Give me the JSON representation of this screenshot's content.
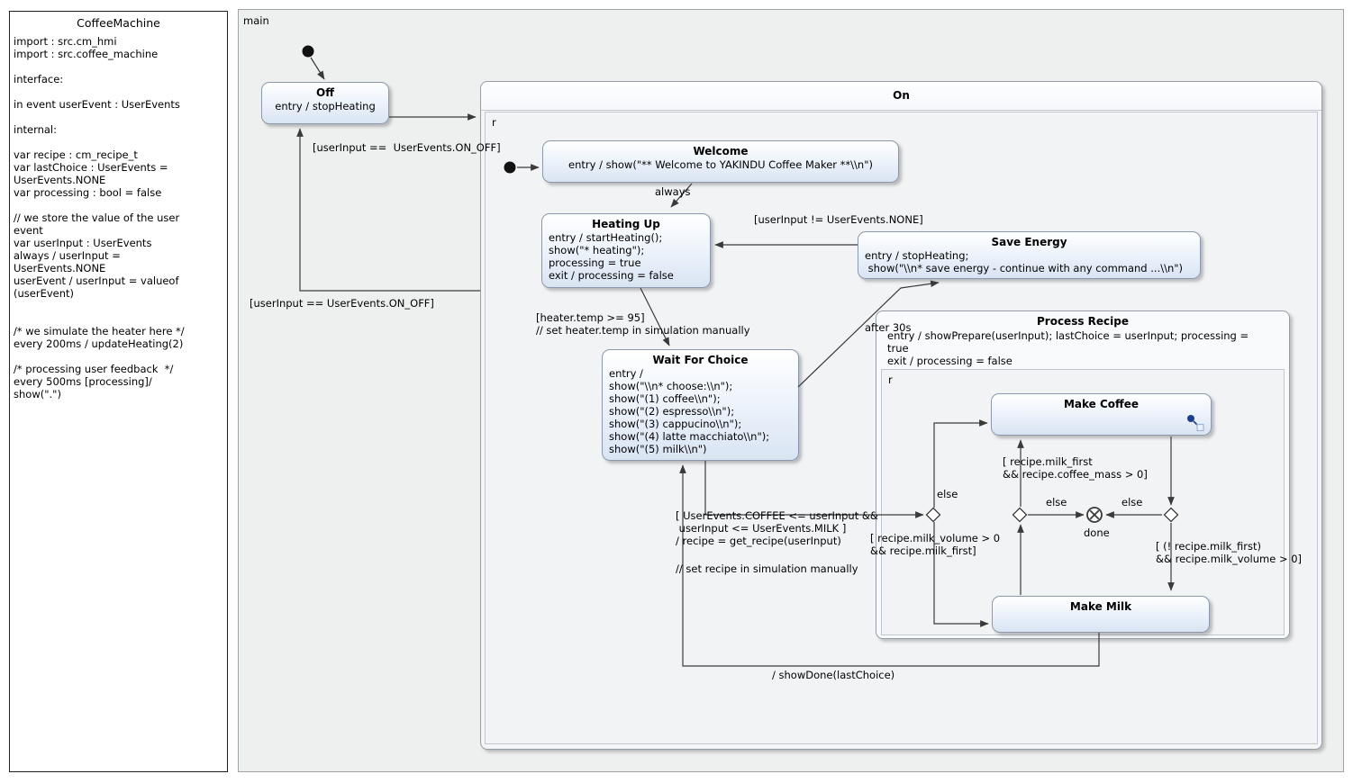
{
  "spec_panel": {
    "title": "CoffeeMachine",
    "lines": [
      "import : src.cm_hmi",
      "import : src.coffee_machine",
      "",
      "interface:",
      "",
      "in event userEvent : UserEvents",
      "",
      "internal:",
      "",
      "var recipe : cm_recipe_t",
      "var lastChoice : UserEvents =",
      "UserEvents.NONE",
      "var processing : bool = false",
      "",
      "// we store the value of the user",
      "event",
      "var userInput : UserEvents",
      "always / userInput =",
      "UserEvents.NONE",
      "userEvent / userInput = valueof",
      "(userEvent)",
      "",
      "",
      "/* we simulate the heater here */",
      "every 200ms / updateHeating(2)",
      "",
      "/* processing user feedback  */",
      "every 500ms [processing]/",
      "show(\".\")"
    ]
  },
  "diagram": {
    "main_label": "main",
    "states": {
      "off": {
        "title": "Off",
        "body": [
          "entry / stopHeating"
        ]
      },
      "on": {
        "title": "On",
        "region_label": "r"
      },
      "welcome": {
        "title": "Welcome",
        "body": [
          "entry / show(\"** Welcome to YAKINDU Coffee Maker **\\\\n\")"
        ]
      },
      "heating_up": {
        "title": "Heating Up",
        "body": [
          "entry / startHeating();",
          "show(\"* heating\");",
          "processing = true",
          "exit / processing = false"
        ]
      },
      "save_energy": {
        "title": "Save Energy",
        "body": [
          "entry / stopHeating;",
          " show(\"\\\\n* save energy - continue with any command ...\\\\n\")"
        ]
      },
      "wait_for_choice": {
        "title": "Wait For Choice",
        "body": [
          "entry /",
          "show(\"\\\\n* choose:\\\\n\");",
          "show(\"(1) coffee\\\\n\");",
          "show(\"(2) espresso\\\\n\");",
          "show(\"(3) cappucino\\\\n\");",
          "show(\"(4) latte macchiato\\\\n\");",
          "show(\"(5) milk\\\\n\")"
        ]
      },
      "process_recipe": {
        "title": "Process Recipe",
        "body": [
          "entry / showPrepare(userInput); lastChoice = userInput; processing =",
          "true",
          "exit / processing = false"
        ],
        "region_label": "r"
      },
      "make_coffee": {
        "title": "Make Coffee",
        "icon": "submachine-icon"
      },
      "make_milk": {
        "title": "Make Milk"
      }
    },
    "labels": {
      "off_to_on": "[userInput ==  UserEvents.ON_OFF]",
      "on_to_off": "[userInput == UserEvents.ON_OFF]",
      "always": "always",
      "heater": [
        "[heater.temp >= 95]",
        "// set heater.temp in simulation manually"
      ],
      "not_none": "[userInput != UserEvents.NONE]",
      "after30s": "after 30s",
      "choice_guard": [
        "[ UserEvents.COFFEE <= userInput &&",
        " userInput <= UserEvents.MILK ]",
        "/ recipe = get_recipe(userInput)"
      ],
      "set_recipe": "// set recipe in simulation manually",
      "milk_volume_first": [
        "[ recipe.milk_volume > 0",
        "&& recipe.milk_first]"
      ],
      "milk_first_mass": [
        "[ recipe.milk_first",
        "&& recipe.coffee_mass > 0]"
      ],
      "not_milk_first": [
        "[ (! recipe.milk_first)",
        "&& recipe.milk_volume > 0]"
      ],
      "else_c1": "else",
      "else_c2": "else",
      "else_c3": "else",
      "done": "done",
      "show_done": "/ showDone(lastChoice)"
    },
    "colors": {
      "canvas_bg": "#eef0f0",
      "state_fill_top": "#ffffff",
      "state_fill_bottom": "#d9e4f3",
      "state_border": "#8a99ad",
      "edge": "#3a3a3a",
      "submachine_icon_blue": "#1c3e8e"
    }
  }
}
